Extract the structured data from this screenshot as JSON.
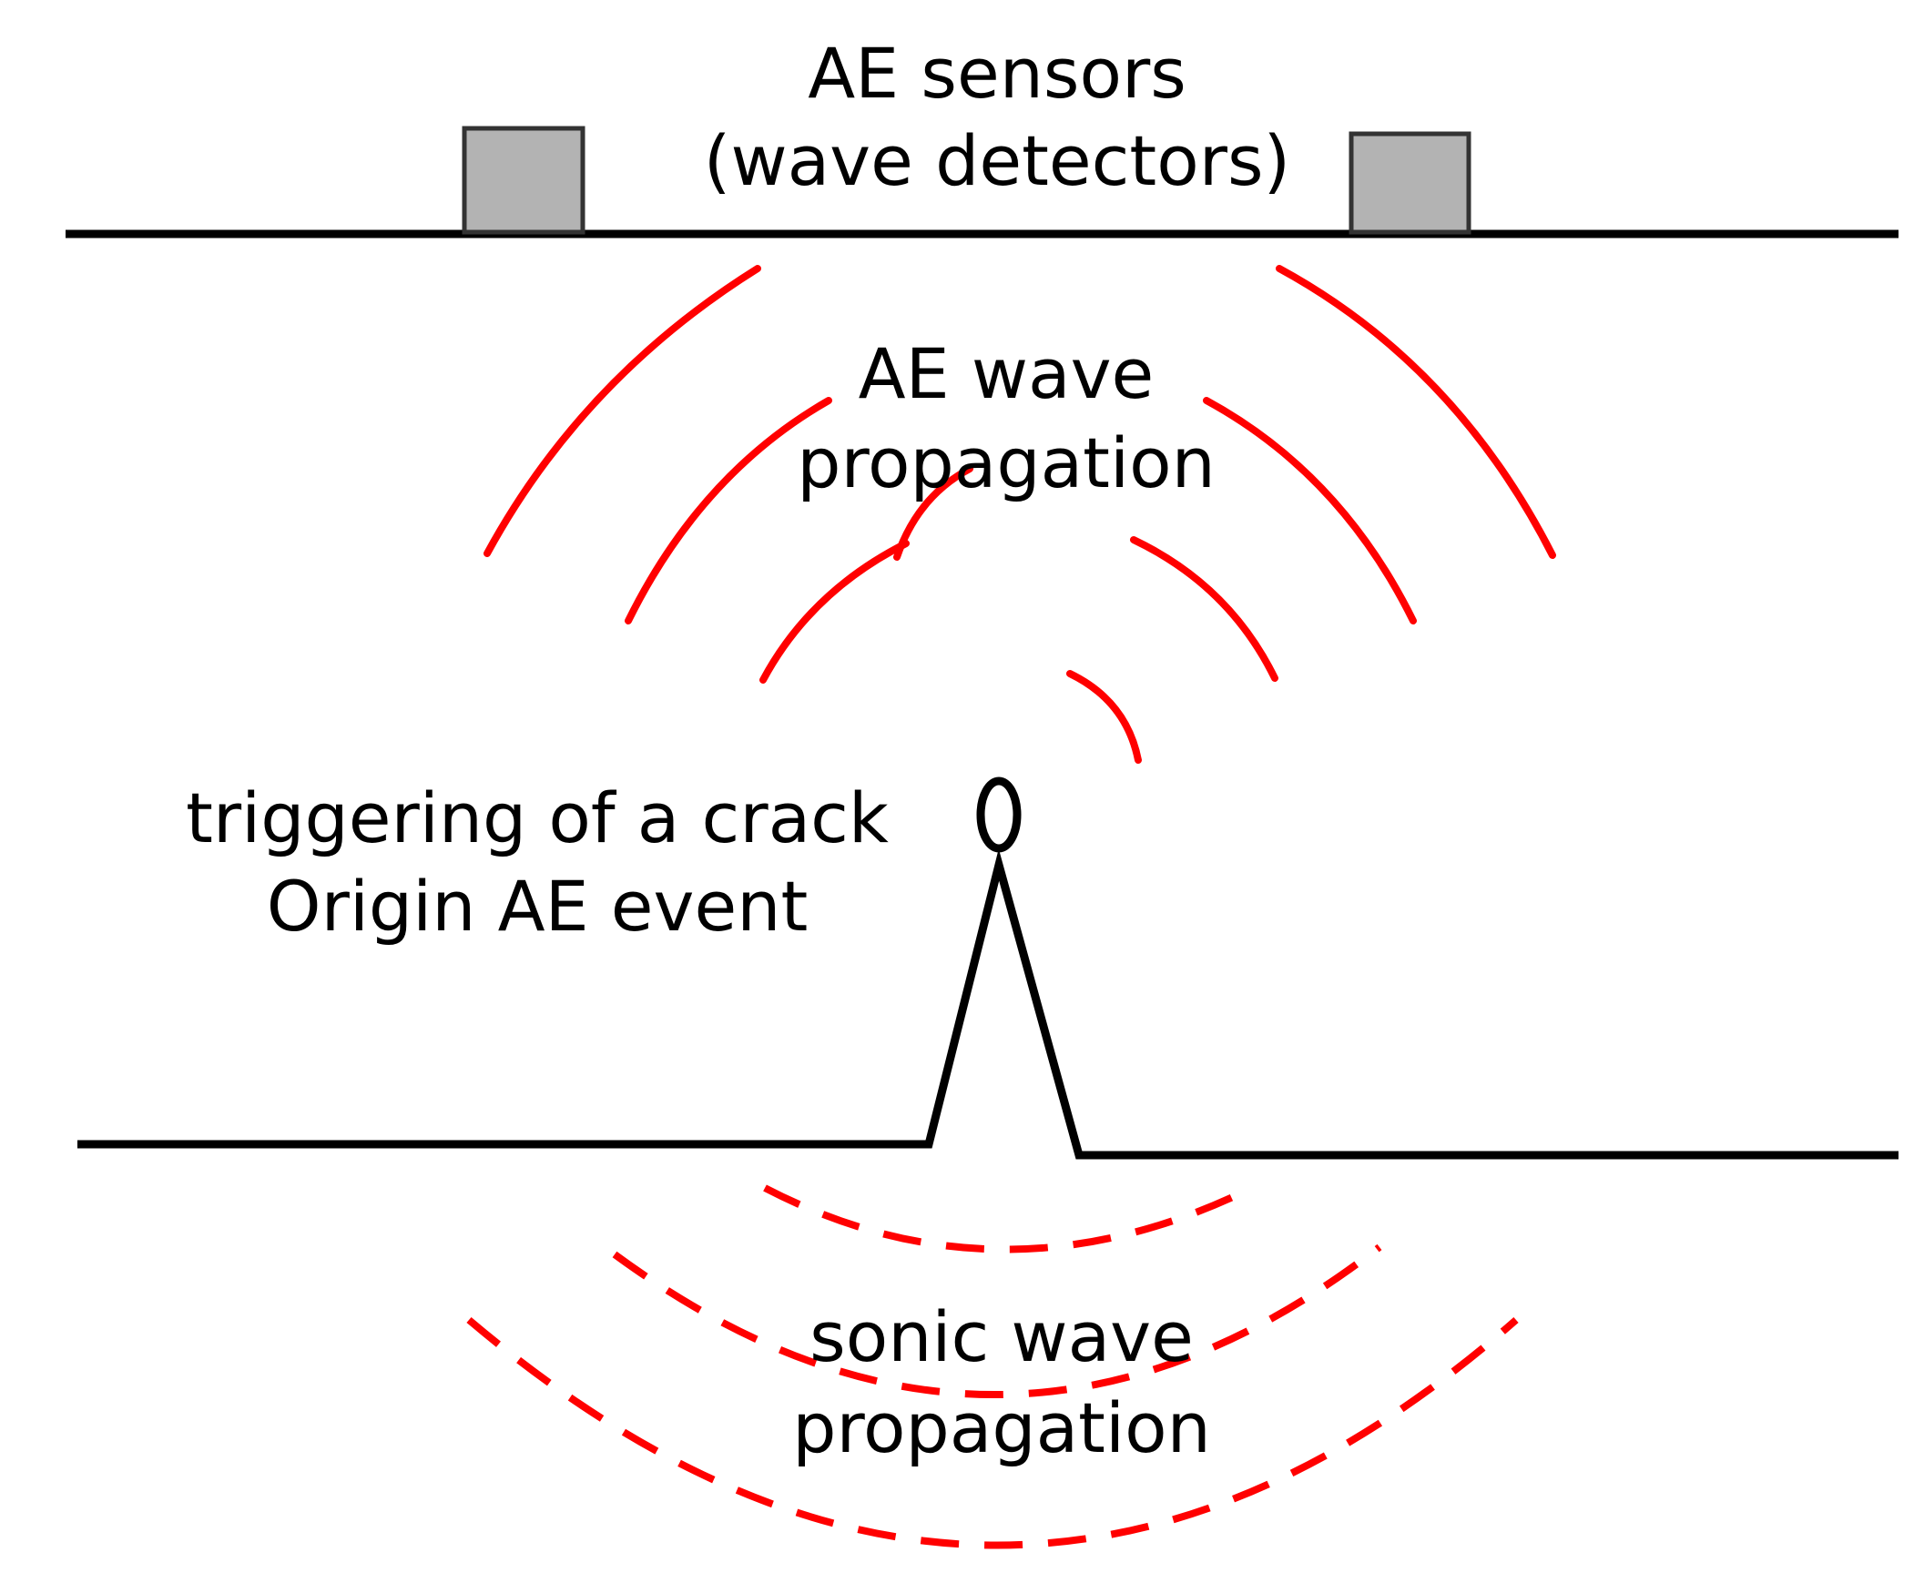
{
  "labels": {
    "sensors_line1": "AE sensors",
    "sensors_line2": "(wave detectors)",
    "ae_wave_line1": "AE wave",
    "ae_wave_line2": "propagation",
    "crack_line1": "triggering of a crack",
    "crack_line2": "Origin AE event",
    "sonic_line1": "sonic wave",
    "sonic_line2": "propagation"
  },
  "colors": {
    "line": "#000000",
    "sensor_fill": "#b3b3b3",
    "wave": "#ff0000",
    "background": "#ffffff"
  }
}
